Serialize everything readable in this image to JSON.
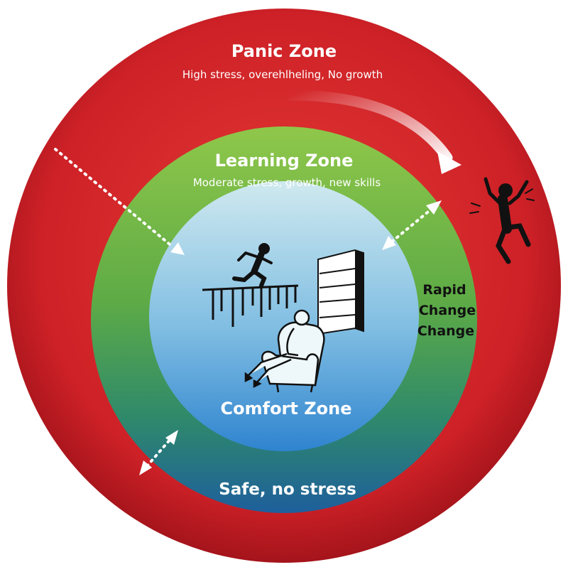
{
  "zones": {
    "panic": {
      "title": "Panic Zone",
      "subtitle": "High stress, overehlheling, No growth",
      "color": "#cc2229"
    },
    "learning": {
      "title": "Learning Zone",
      "subtitle": "Moderate stress, growth, new skills",
      "color": "#7cbe45"
    },
    "comfort": {
      "title": "Comfort Zone",
      "subtitle": "Safe, no stress",
      "color": "#5fa6d4"
    }
  },
  "side_label": {
    "line1": "Rapid",
    "line2": "Change",
    "line3": "Change"
  },
  "icons": {
    "walker": "person-walking-on-fence-icon",
    "wall": "wall-icon",
    "sitter": "person-in-armchair-icon",
    "panicked": "panicked-person-icon"
  }
}
